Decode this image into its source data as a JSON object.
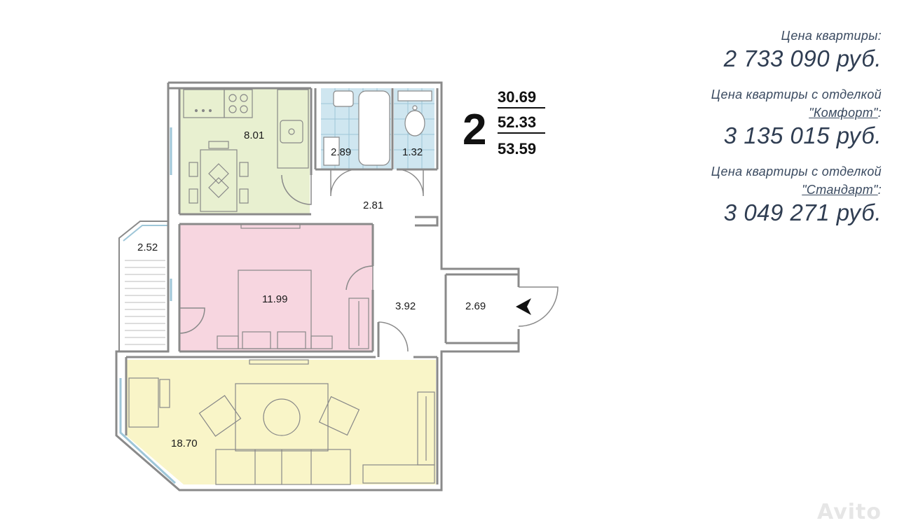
{
  "plan": {
    "rooms_count": "2",
    "areas": {
      "living": "30.69",
      "total": "52.33",
      "total_with_balcony": "53.59"
    },
    "rooms": {
      "kitchen": "8.01",
      "bathroom": "2.89",
      "toilet": "1.32",
      "corridor": "2.81",
      "balcony": "2.52",
      "bedroom": "11.99",
      "hall": "3.92",
      "entrance": "2.69",
      "living_room": "18.70"
    },
    "colors": {
      "kitchen": "#e8f0d0",
      "bedroom": "#f7d6e0",
      "living_room": "#f9f5c8",
      "bathroom": "#cfe6f0",
      "wall": "#8a8a8a"
    }
  },
  "prices": {
    "base_caption": "Цена квартиры:",
    "base_value": "2 733 090 руб.",
    "comfort_caption": "Цена квартиры с отделкой",
    "comfort_package": "\"Комфорт\"",
    "comfort_value": "3 135 015 руб.",
    "standard_caption": "Цена квартиры с отделкой",
    "standard_package": "\"Стандарт\"",
    "standard_value": "3 049 271 руб."
  },
  "watermark": "Avito"
}
